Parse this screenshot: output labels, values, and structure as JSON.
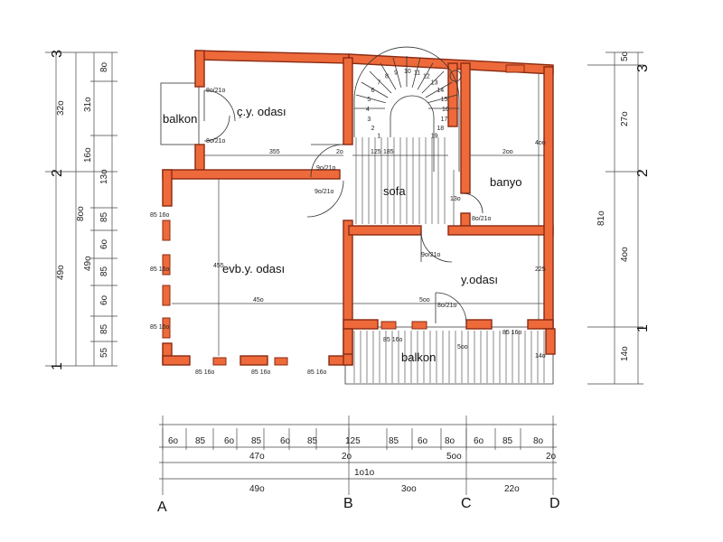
{
  "rooms": {
    "cy_odasi": "ç.y. odası",
    "balkon_left": "balkon",
    "sofa": "sofa",
    "banyo": "banyo",
    "evb_odasi": "evb.y. odası",
    "y_odasi": "y.odası",
    "balkon_bottom": "balkon"
  },
  "grid_axes": {
    "a": "A",
    "b": "B",
    "c": "C",
    "d": "D",
    "r1": "1",
    "r2": "2",
    "r3": "3"
  },
  "left_dims": {
    "outer": [
      "32o",
      "49o"
    ],
    "total": "8oo",
    "inner": [
      "31o",
      "16o",
      "49o"
    ],
    "segments": [
      "8o",
      "13o",
      "85",
      "6o",
      "85",
      "6o",
      "85",
      "55"
    ]
  },
  "right_dims": {
    "segments": [
      "5o",
      "27o",
      "4oo",
      "14o"
    ],
    "total": "81o"
  },
  "bottom_dims": {
    "row1": [
      "6o",
      "85",
      "6o",
      "85",
      "6o",
      "85",
      "125",
      "85",
      "6o",
      "8o",
      "6o",
      "85",
      "8o"
    ],
    "row2": [
      "47o",
      "2o",
      "5oo",
      "2o"
    ],
    "row3": "1o1o",
    "row4": [
      "49o",
      "3oo",
      "22o"
    ]
  },
  "plan_labels": {
    "d1": "8o/21o",
    "d2": "8o/21o",
    "d3": "9o/21o",
    "d4": "9o/21o",
    "d5": "8o/21o",
    "d6": "9o/21o",
    "d7": "8o/21o",
    "w1": "85 16o",
    "w2": "85 16o",
    "w3": "85 16o",
    "w4": "85 16o",
    "w5": "85 16o",
    "w6": "85 16o",
    "w7": "85 16o",
    "w8": "85 16o",
    "m1": "355",
    "m2": "185",
    "m3": "2oo",
    "m4": "45o",
    "m5": "5oo",
    "m6": "455",
    "m7": "225",
    "m8": "2o",
    "m9": "13o",
    "m10": "125",
    "m11": "4oo",
    "m12": "5oo",
    "m13": "14o"
  },
  "stair_numbers": [
    "1",
    "2",
    "3",
    "4",
    "5",
    "6",
    "7",
    "8",
    "9",
    "10",
    "11",
    "12",
    "13",
    "14",
    "15",
    "16",
    "17",
    "18",
    "19"
  ]
}
